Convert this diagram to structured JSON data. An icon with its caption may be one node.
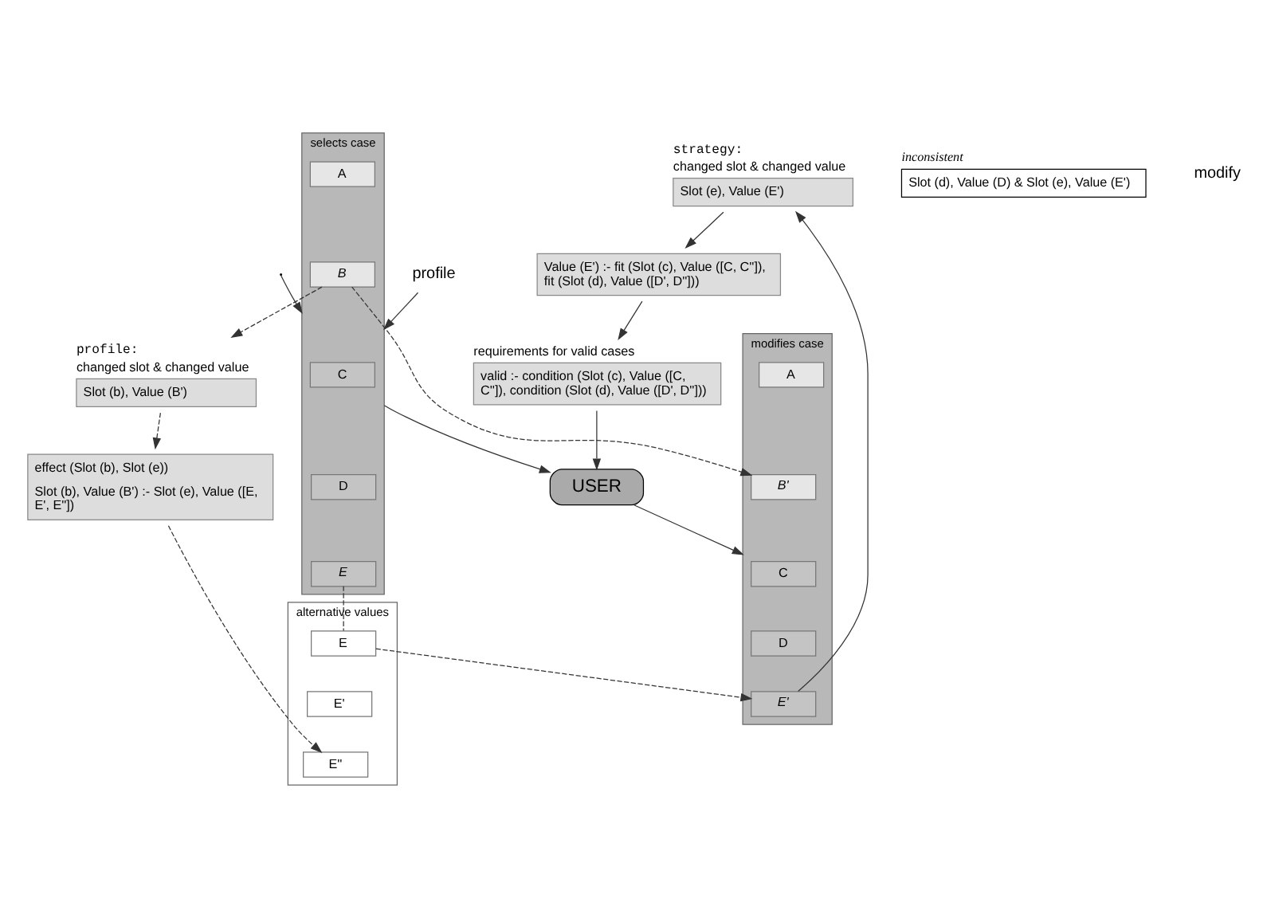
{
  "diagram": {
    "nodes": [
      {
        "text": [
          "USER"
        ]
      },
      {
        "text": [
          "selects case"
        ]
      },
      {
        "text": [
          "A"
        ],
        "in": 1
      },
      {
        "text": [
          "B"
        ],
        "in": 1
      },
      {
        "text": [
          "C"
        ],
        "in": 1
      },
      {
        "text": [
          "D"
        ],
        "in": 1
      },
      {
        "text": [
          "E"
        ],
        "in": 1
      },
      {
        "text": [
          "modifies case"
        ]
      },
      {
        "text": [
          "A"
        ],
        "in": 7
      },
      {
        "text": [
          "B'"
        ],
        "in": 7
      },
      {
        "text": [
          "C"
        ],
        "in": 7
      },
      {
        "text": [
          "D"
        ],
        "in": 7
      },
      {
        "text": [
          "E'"
        ],
        "in": 7
      },
      {
        "text": [
          "alternative values"
        ]
      },
      {
        "text": [
          "E"
        ],
        "in": 13
      },
      {
        "text": [
          "E'"
        ],
        "in": 13
      },
      {
        "text": [
          "E''"
        ],
        "in": 13
      },
      {
        "text": [
          "profile:",
          "changed slot & changed value",
          "Slot (b), Value (B')"
        ]
      },
      {
        "text": [
          "effect (Slot (b), Slot (e))",
          "Slot (b), Value (B') :- Slot (e), Value ([E, E', E''])"
        ]
      },
      {
        "text": [
          "strategy:",
          "changed slot & changed value",
          "Slot (e), Value (E')"
        ]
      },
      {
        "text": [
          "Value (E') :- fit (Slot (c), Value ([C, C'']), fit (Slot (d), Value ([D', D'']))"
        ]
      },
      {
        "text": [
          "requirements for valid cases",
          "valid :- condition (Slot (c), Value ([C, C'']), condition (Slot (d), Value ([D', D'']))"
        ]
      },
      {
        "text": [
          "inconsistent",
          "Slot (d), Value (D) & Slot (e), Value (E')"
        ]
      },
      {
        "text": [
          "profile"
        ]
      }
    ],
    "edges": [
      {
        "from": 1,
        "to": 0,
        "arrow": "to"
      },
      {
        "from": 0,
        "to": 7,
        "arrow": "to"
      },
      {
        "from": 3,
        "to": 9,
        "arrow": "to",
        "style": "dashed"
      },
      {
        "from": 6,
        "to": 14,
        "arrow": "none",
        "style": "dashed"
      },
      {
        "from": 14,
        "to": 12,
        "arrow": "to",
        "style": "dashed"
      },
      {
        "from": 3,
        "to": 17,
        "arrow": "to",
        "style": "dashed"
      },
      {
        "from": 12,
        "to": 19,
        "arrow": "to"
      },
      {
        "from": 17,
        "to": 18,
        "arrow": "to",
        "style": "dashed"
      },
      {
        "from": 18,
        "to": 16,
        "arrow": "to",
        "style": "dashed"
      },
      {
        "from": 19,
        "to": 20,
        "arrow": "to"
      },
      {
        "from": 20,
        "to": 21,
        "arrow": "to"
      },
      {
        "from": 21,
        "to": 0,
        "arrow": "to"
      },
      {
        "from": 23,
        "to": 1,
        "arrow": "to"
      },
      {
        "from": null,
        "to": 1,
        "arrow": "to"
      }
    ],
    "labels": [
      "modify"
    ]
  }
}
